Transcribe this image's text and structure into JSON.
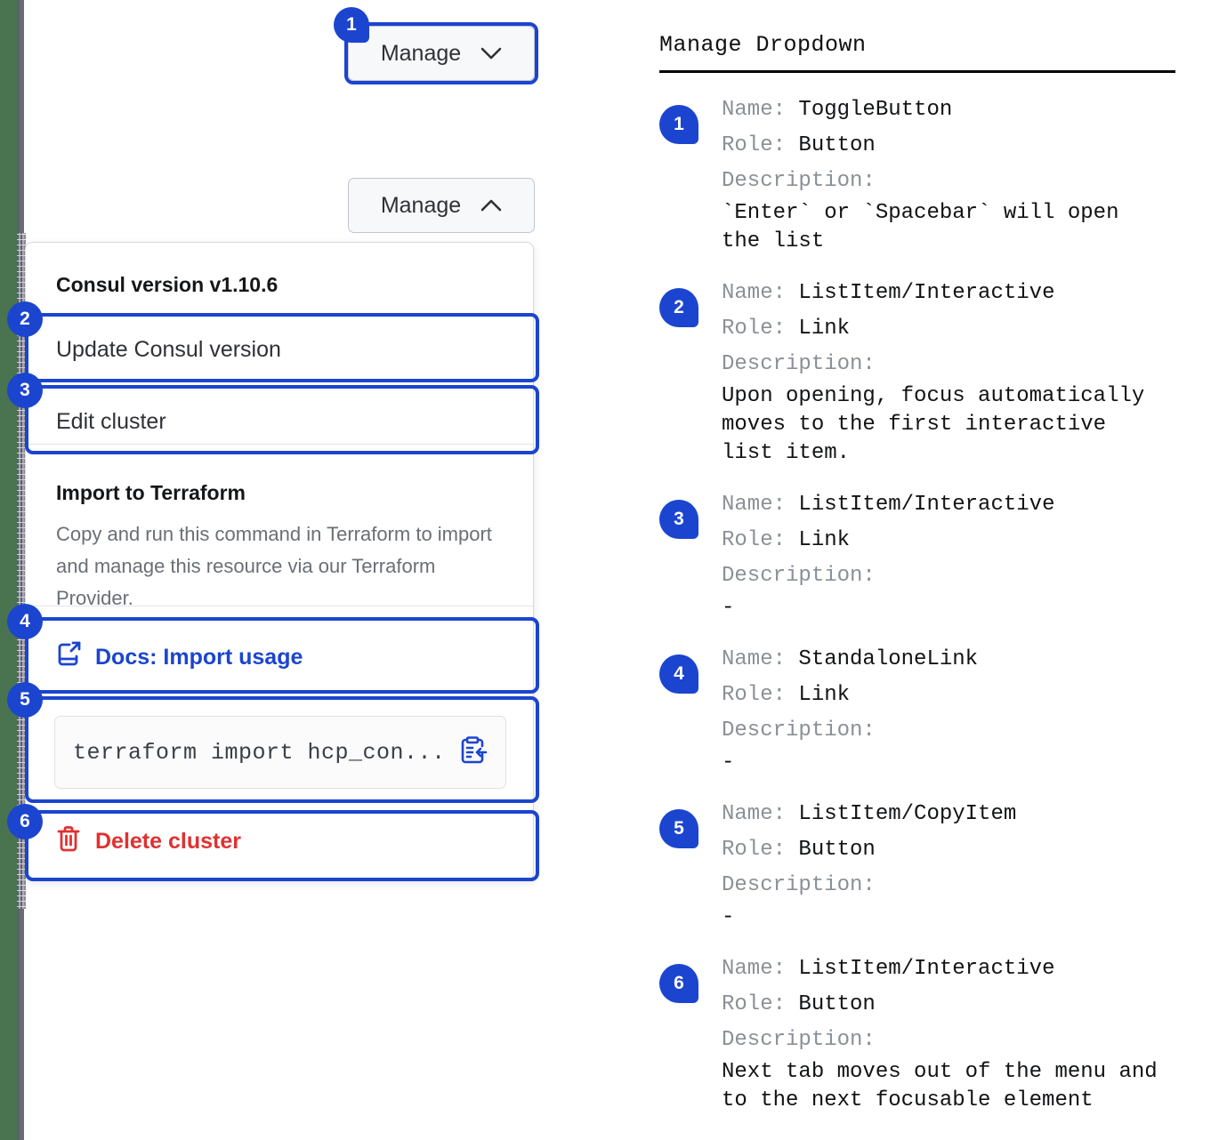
{
  "left_panel": {
    "toggle_closed": {
      "label": "Manage",
      "icon": "chevron-down-icon"
    },
    "toggle_open": {
      "label": "Manage",
      "icon": "chevron-up-icon"
    },
    "dropdown": {
      "version_heading": "Consul version v1.10.6",
      "update_item": "Update Consul version",
      "edit_item": "Edit cluster",
      "import_heading": "Import to Terraform",
      "import_description": "Copy and run this command in Terraform to import and manage this resource via our Terraform Provider.",
      "docs_link": "Docs: Import usage",
      "docs_icon": "external-link-docs-icon",
      "terraform_command": "terraform import hcp_con...",
      "copy_icon": "clipboard-copy-icon",
      "delete_item": "Delete cluster",
      "delete_icon": "trash-icon"
    },
    "markers": [
      "1",
      "2",
      "3",
      "4",
      "5",
      "6"
    ]
  },
  "annotations": {
    "title": "Manage Dropdown",
    "labels": {
      "name": "Name:",
      "role": "Role:",
      "description": "Description:"
    },
    "entries": [
      {
        "marker": "1",
        "name": "ToggleButton",
        "role": "Button",
        "description": "`Enter` or `Spacebar` will open\nthe list"
      },
      {
        "marker": "2",
        "name": "ListItem/Interactive",
        "role": "Link",
        "description": "Upon opening, focus automatically\nmoves to the first interactive\nlist item."
      },
      {
        "marker": "3",
        "name": "ListItem/Interactive",
        "role": "Link",
        "description": "-"
      },
      {
        "marker": "4",
        "name": "StandaloneLink",
        "role": "Link",
        "description": "-"
      },
      {
        "marker": "5",
        "name": "ListItem/CopyItem",
        "role": "Button",
        "description": "-"
      },
      {
        "marker": "6",
        "name": "ListItem/Interactive",
        "role": "Button",
        "description": "Next tab moves out of the menu and\nto the next focusable element"
      }
    ]
  },
  "colors": {
    "accent_blue": "#1b45cf",
    "danger_red": "#e03131",
    "stripe_green": "#4a7350",
    "muted_text": "#6a6f76"
  }
}
